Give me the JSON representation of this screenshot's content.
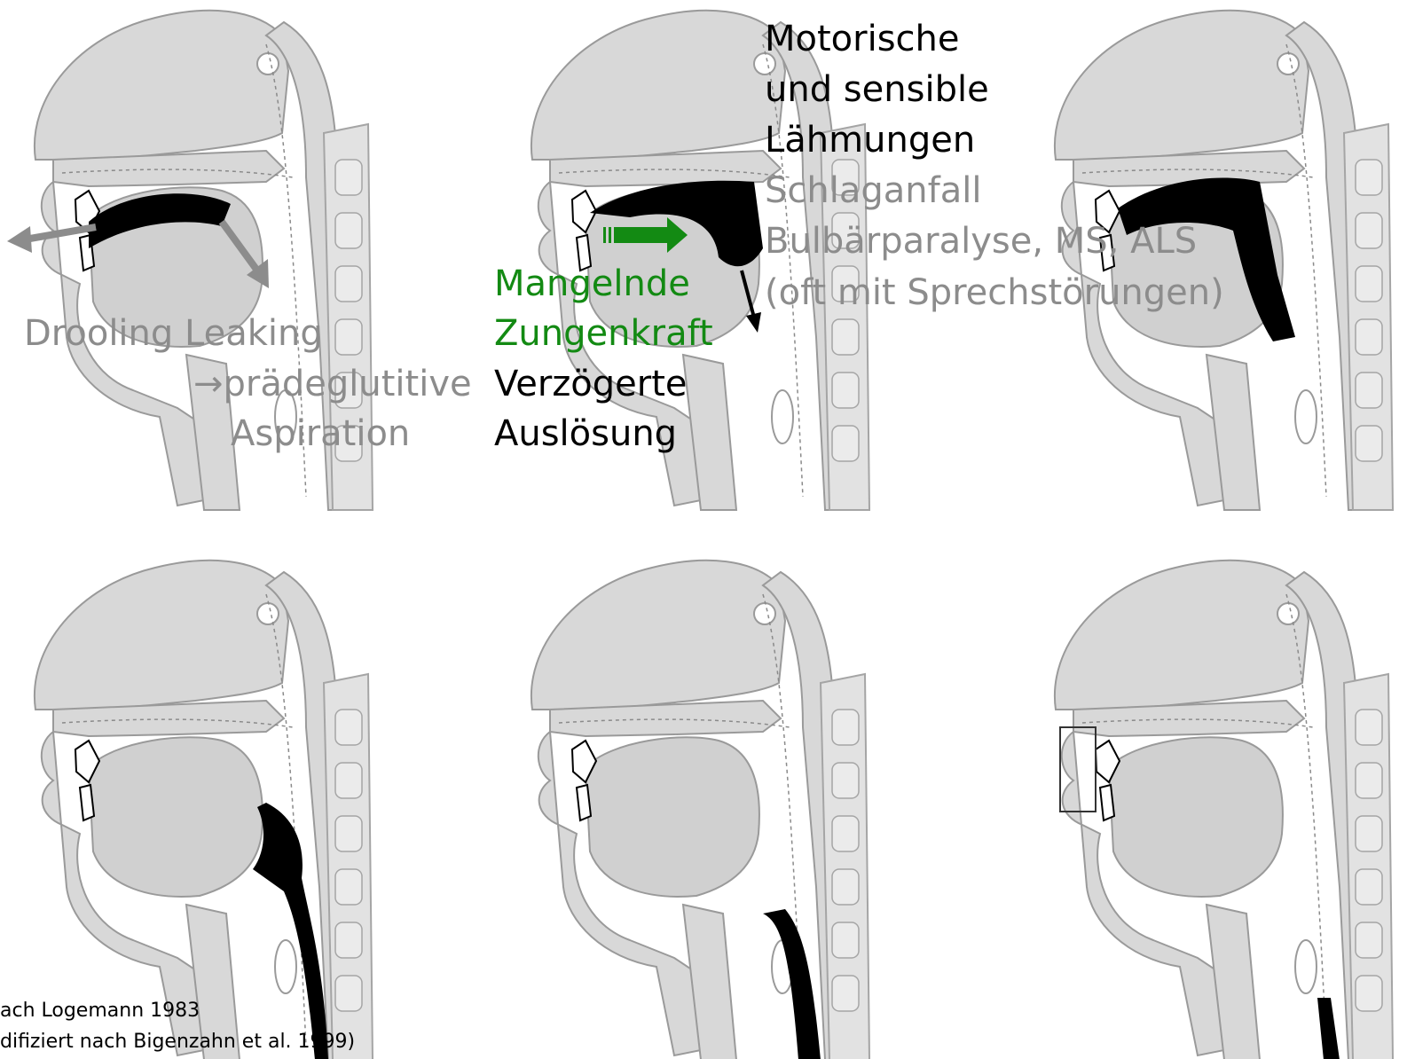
{
  "colors": {
    "tissue_fill": "#d8d8d8",
    "tissue_stroke": "#9a9a9a",
    "bolus": "#000000",
    "label_gray": "#8c8c8c",
    "label_green": "#138a13",
    "label_black": "#000000",
    "arrow_gray": "#8c8c8c",
    "arrow_green": "#138a13"
  },
  "panels": [
    {
      "id": "top-left",
      "bolus": "oral-spill"
    },
    {
      "id": "top-middle",
      "bolus": "oral-back"
    },
    {
      "id": "top-right",
      "bolus": "oral-pharynx"
    },
    {
      "id": "bottom-left",
      "bolus": "pharynx"
    },
    {
      "id": "bottom-middle",
      "bolus": "esophagus"
    },
    {
      "id": "bottom-right",
      "bolus": "esophagus-low"
    }
  ],
  "labels": {
    "drooling_leaking": "Drooling Leaking",
    "praedeglutitive": "→prädeglutitive",
    "aspiration": "Aspiration",
    "mangelnde": "Mangelnde",
    "zungenkraft": "Zungenkraft",
    "verzoegerte": "Verzögerte",
    "ausloesung": "Auslösung",
    "motorische": "Motorische",
    "und_sensible": "und sensible",
    "laehmungen": "Lähmungen",
    "schlaganfall": "Schlaganfall",
    "bulbaer": "Bulbärparalyse, MS, ALS",
    "sprechstoerungen": "(oft mit Sprechstörungen)"
  },
  "citation": {
    "line1": "ach Logemann 1983",
    "line2": "difiziert nach Bigenzahn et al. 1999)"
  }
}
